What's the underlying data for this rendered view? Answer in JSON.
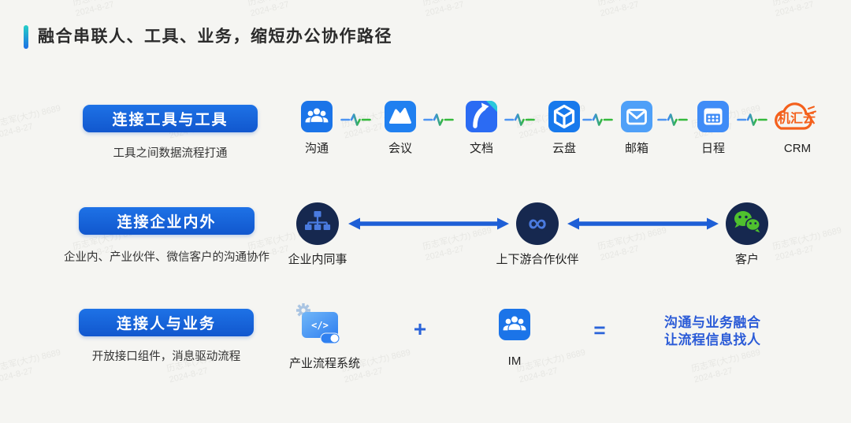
{
  "title": "融合串联人、工具、业务，缩短办公协作路径",
  "watermark": {
    "line1": "历志军(大力) 8689",
    "line2": "2024-8-27"
  },
  "rows": [
    {
      "button": "连接工具与工具",
      "subtitle": "工具之间数据流程打通",
      "connector_icon": "pulse-connector-icon",
      "tools": [
        {
          "label": "沟通",
          "icon": "people-icon"
        },
        {
          "label": "会议",
          "icon": "meeting-mountain-icon"
        },
        {
          "label": "文档",
          "icon": "docs-arrow-icon"
        },
        {
          "label": "云盘",
          "icon": "cloud-disk-cube-icon"
        },
        {
          "label": "邮箱",
          "icon": "mail-envelope-icon"
        },
        {
          "label": "日程",
          "icon": "calendar-icon"
        },
        {
          "label": "CRM",
          "icon": "crm-cloud-logo",
          "logo_text": "机汇云"
        }
      ]
    },
    {
      "button": "连接企业内外",
      "subtitle": "企业内、产业伙伴、微信客户的沟通协作",
      "arrow_icon": "double-arrow-icon",
      "nodes": [
        {
          "label": "企业内同事",
          "icon": "org-chart-icon"
        },
        {
          "label": "上下游合作伙伴",
          "icon": "infinity-link-icon",
          "glyph": "∞"
        },
        {
          "label": "客户",
          "icon": "wechat-icon"
        }
      ]
    },
    {
      "button": "连接人与业务",
      "subtitle": "开放接口组件，消息驱动流程",
      "formula": {
        "system_label": "产业流程系统",
        "system_icon": "process-system-icon",
        "code_glyph": "</>",
        "plus_sign": "+",
        "im_label": "IM",
        "im_icon": "people-icon",
        "equals_sign": "=",
        "result_line1": "沟通与业务融合",
        "result_line2": "让流程信息找人"
      }
    }
  ],
  "colors": {
    "background": "#f5f5f2",
    "button_blue": "#1765db",
    "icon_blue": "#1b74e8",
    "pulse_blue": "#4e95f2",
    "pulse_green": "#35b93c",
    "dark_navy_circle": "#16284f",
    "node_glyph_blue": "#4a7be0",
    "wechat_green": "#4fc12e",
    "crm_orange": "#f4601c",
    "arrow_blue": "#1e5fd6",
    "result_text_blue": "#2b5bd7",
    "accent_gradient_top": "#25cfc7",
    "accent_gradient_bottom": "#1d6fe4"
  }
}
